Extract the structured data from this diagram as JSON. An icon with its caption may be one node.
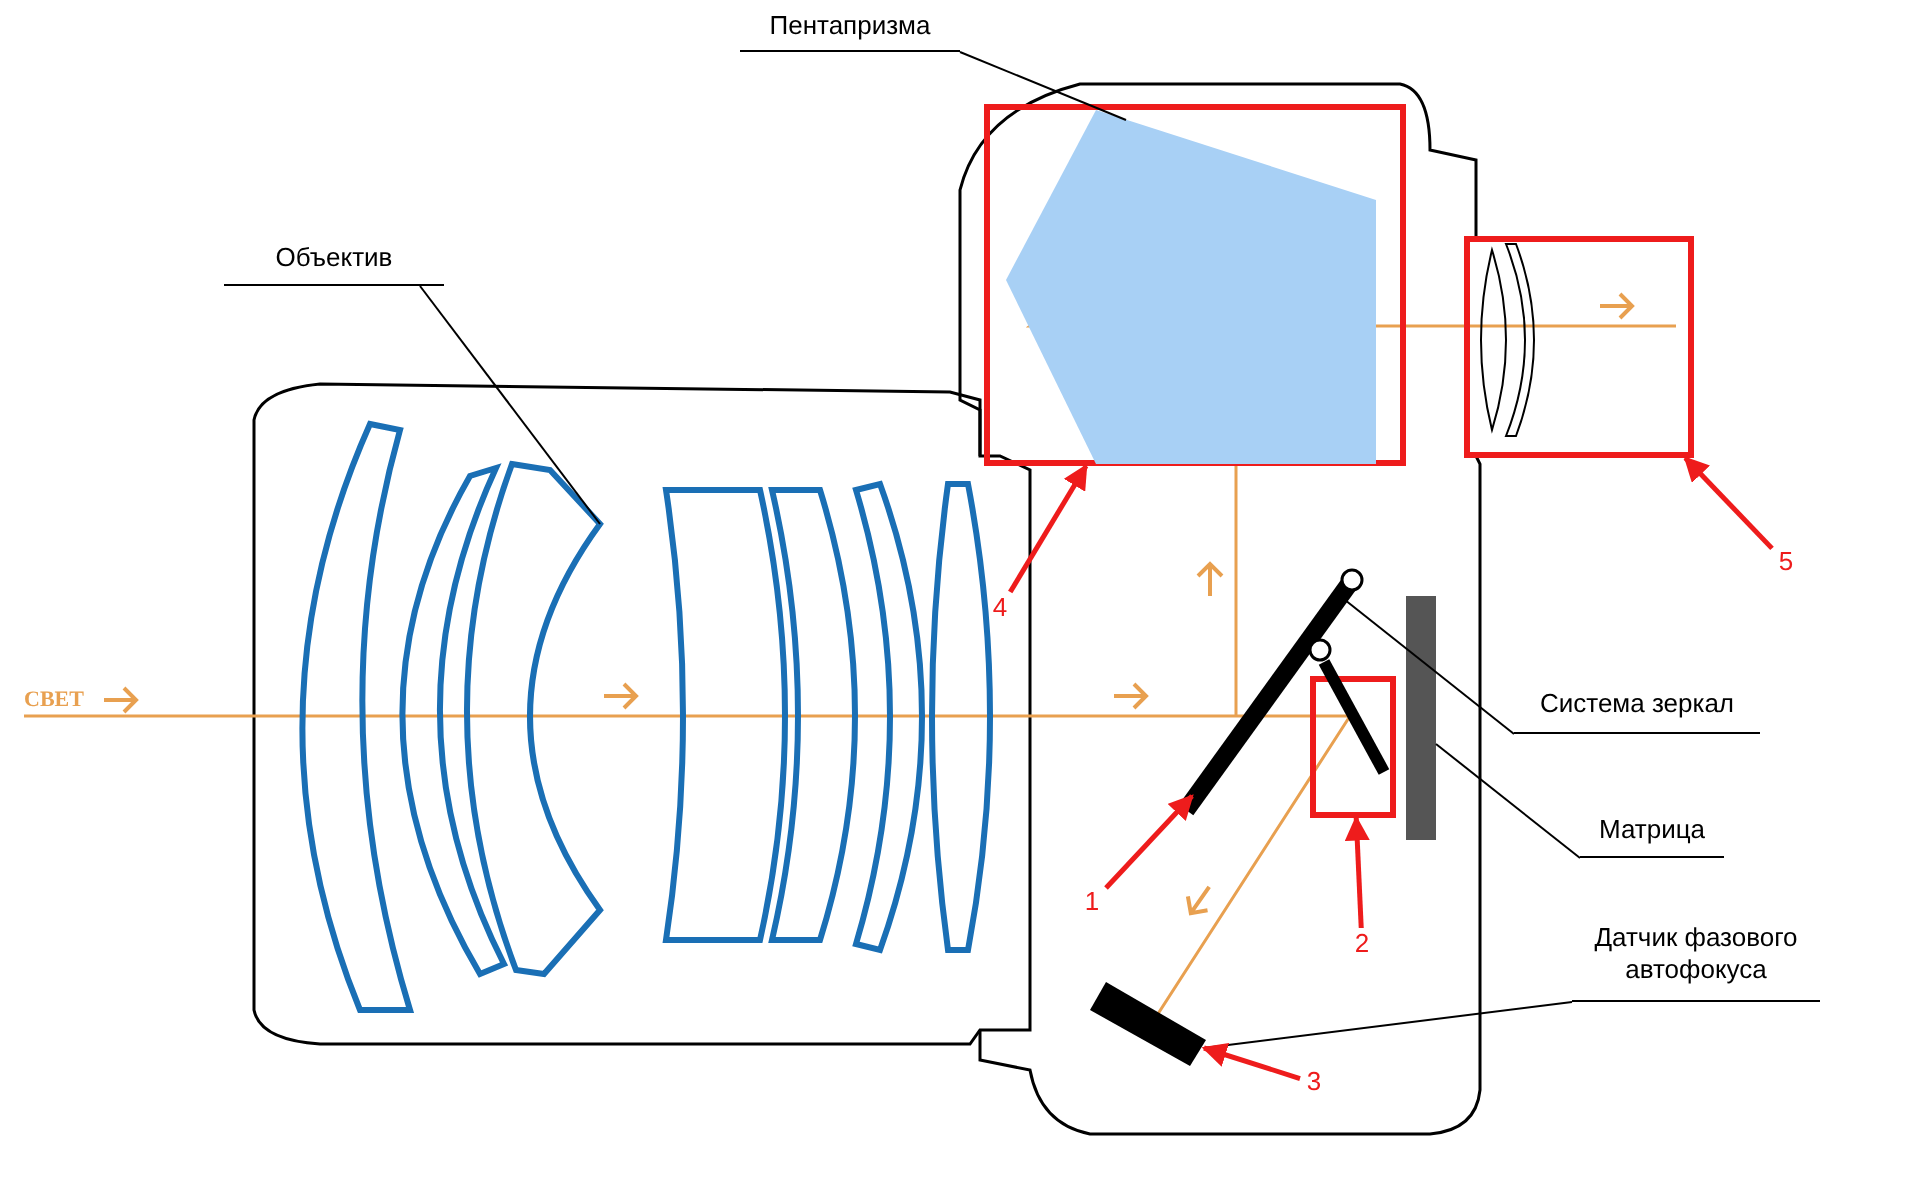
{
  "diagram": {
    "nodes": [
      {
        "text": [
          "Пентапризма"
        ]
      },
      {
        "text": [],
        "shape": "box"
      },
      {
        "text": [],
        "shape": "pentagon",
        "in": 1
      },
      {
        "text": [],
        "shape": "box"
      },
      {
        "text": [],
        "shape": "picture",
        "in": 3
      },
      {
        "text": [
          "Объектив"
        ]
      },
      {
        "text": [],
        "shape": "picture"
      },
      {
        "text": [
          "Система зеркал"
        ]
      },
      {
        "text": [],
        "shape": "bar"
      },
      {
        "text": [],
        "shape": "box"
      },
      {
        "text": [],
        "shape": "bar"
      },
      {
        "text": [
          "Матрица"
        ]
      },
      {
        "text": [],
        "shape": "bar"
      },
      {
        "text": [
          "Датчик фазового автофокуса"
        ]
      },
      {
        "text": [],
        "shape": "bar"
      },
      {
        "text": [
          "1"
        ]
      },
      {
        "text": [
          "2"
        ]
      },
      {
        "text": [
          "3"
        ]
      },
      {
        "text": [
          "4"
        ]
      },
      {
        "text": [
          "5"
        ]
      }
    ],
    "edges": [
      {
        "from": 0,
        "to": 2,
        "arrow": "none"
      },
      {
        "from": 5,
        "to": 6,
        "arrow": "none"
      },
      {
        "from": 7,
        "to": 8,
        "arrow": "none"
      },
      {
        "from": 11,
        "to": 12,
        "arrow": "none"
      },
      {
        "from": 13,
        "to": 14,
        "arrow": "none"
      },
      {
        "from": 15,
        "to": 8,
        "arrow": "to",
        "style": "thick",
        "color": "#ee1c1c"
      },
      {
        "from": 16,
        "to": 9,
        "arrow": "to",
        "style": "thick",
        "color": "#ee1c1c"
      },
      {
        "from": 17,
        "to": 14,
        "arrow": "to",
        "style": "thick",
        "color": "#ee1c1c"
      },
      {
        "from": 18,
        "to": 1,
        "arrow": "to",
        "style": "thick",
        "color": "#ee1c1c"
      },
      {
        "from": 19,
        "to": 3,
        "arrow": "to",
        "style": "thick",
        "color": "#ee1c1c"
      }
    ],
    "labels": [
      "СВЕТ"
    ]
  }
}
